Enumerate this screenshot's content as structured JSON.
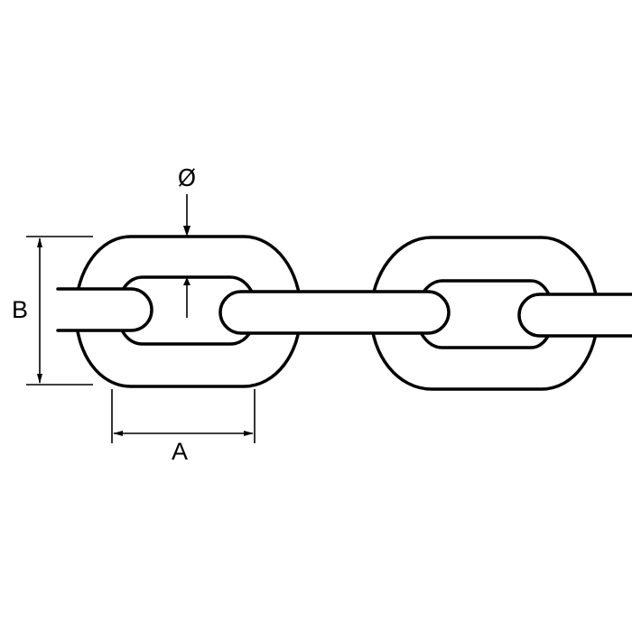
{
  "diagram": {
    "type": "technical-drawing",
    "subject": "chain links with dimension annotations",
    "labels": {
      "diameter": "Ø",
      "width": "B",
      "pitch": "A"
    },
    "colors": {
      "line": "#000000",
      "background": "#ffffff"
    }
  }
}
